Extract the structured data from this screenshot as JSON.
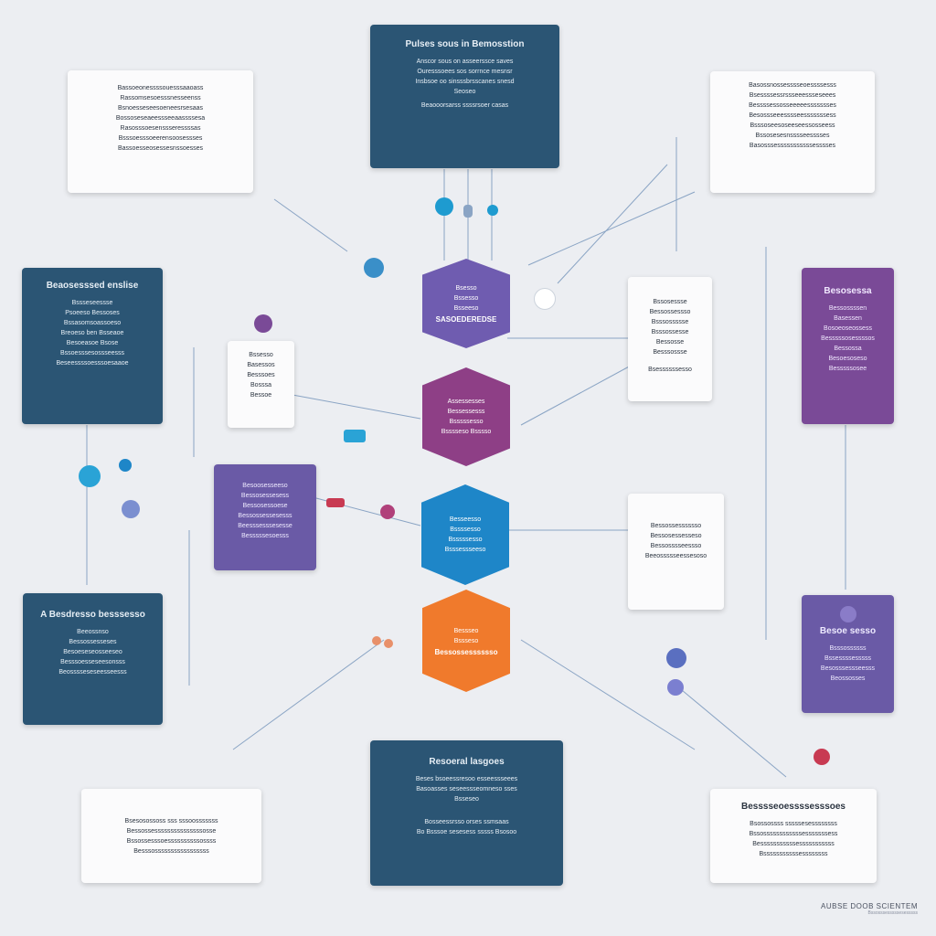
{
  "colors": {
    "dark_box": "#2b5574",
    "purple_box": "#6a5aa6",
    "magenta_box": "#7a4a97",
    "white_box": "#fbfbfc",
    "hex_purple": "#6f5cb0",
    "hex_magenta": "#8e3f86",
    "hex_blue": "#1e86c8",
    "hex_orange": "#f07a2c",
    "connector": "#8aa4c4",
    "background": "#eceef2"
  },
  "top_box": {
    "title": "Pulses sous in Bemosstion",
    "lines": [
      "Anscor sous on asseerssce saves",
      "Ouresssoees sos sorrnce mesnsr",
      "Insbsoe oo sinsssbrsscanes snesd",
      "Seoseo",
      "Beaooorsarss ssssrsoer casas"
    ]
  },
  "bottom_box": {
    "title": "Resoeral lasgoes",
    "lines": [
      "Beses bsoeessresoo esseessseees",
      "Basoasses seseessseomneso sses",
      "Bsseseo",
      "Bosseessrsso orses ssmsaas",
      "Bo Bsssoe sesesess sssss Bsosoo"
    ]
  },
  "left_top_box": {
    "lines": [
      "Bassoeonessssouesssaaoass",
      "Rassomsesoesssnesseenss",
      "Bsnoesseseesoeneesrsesaas",
      "Bossoseseaeessseeaassssesa",
      "Rasosssoesenssseressssas",
      "Bsssoesssoeerensoosessses",
      "Bassoesseosessesnssoesses"
    ]
  },
  "right_top_box": {
    "lines": [
      "Basossnossesssseoessssesss",
      "Bsessssessrssseeessseseees",
      "Bessssessosseeeeessssssses",
      "Besossseeesssseesssssssess",
      "Bsssoseesoseeseessosseess",
      "Bssosesesnsssseesssses",
      "Basosssesssssssssssesssses"
    ]
  },
  "left_mid_box": {
    "title": "Beaosesssed enslise",
    "lines": [
      "Bssseseessse",
      "Psoeeso Bessoses",
      "Bssasomsoassoeso",
      "Breoeso ben Bsseaoe",
      "Besoeasoe Bsose",
      "Bssoesssesossseesss",
      "Beseessssoesssoesaaoe"
    ]
  },
  "left_bottom_box": {
    "title": "A Besdresso besssesso",
    "lines": [
      "Beeossnso",
      "Bessossesseses",
      "Besoeseseosseeseo",
      "Besssoesseseesonsss",
      "Beosssseseseesseesss"
    ]
  },
  "right_mid_box": {
    "title": "Besosessa",
    "lines": [
      "Bessossssen",
      "Basessen",
      "Bosoeoseossess",
      "Besssssosessssos",
      "Bessossa",
      "Besoesoseso",
      "Besssssosee"
    ]
  },
  "right_bottom_box": {
    "title": "Besoe sesso",
    "lines": [
      "Bsssossssss",
      "Bssessssesssss",
      "Besosssessseesss",
      "Beossosses"
    ]
  },
  "small_white_box": {
    "lines": [
      "Bssesso",
      "Basessos",
      "Besssoes",
      "Bosssa",
      "Bessoe"
    ]
  },
  "center_purple_box": {
    "lines": [
      "Besoosesseeso",
      "Bessosessesess",
      "Bessosessoese",
      "Bessossessesesss",
      "Beesssesssesesse",
      "Besssssesoesss"
    ]
  },
  "center_right_box_1": {
    "lines": [
      "Bssosessse",
      "Bessossessso",
      "Bsssossssse",
      "Bsssossesse",
      "Bessosse",
      "Besssossse",
      "Bsessssssesso"
    ]
  },
  "center_right_box_2": {
    "lines": [
      "Bessossesssssso",
      "Bessosessesseso",
      "Bessosssseessso",
      "Beeossssseessesoso"
    ]
  },
  "bottom_left_box": {
    "lines": [
      "Bsesosossoss sss sssoosssssss",
      "Bessossesssssssssssssssosse",
      "Bssossesssoessssssssssossss",
      "Besssosssssssssssssssss"
    ]
  },
  "bottom_right_box": {
    "title": "Besssseoessssesssoes",
    "lines": [
      "Bsossossss sssssesessssssss",
      "Bssossssssssssssesssssssess",
      "Besssssssssssesssssssssss",
      "Bsssssssssssessssssss"
    ]
  },
  "hexagons": [
    {
      "lines": [
        "Bsesso",
        "Bssesso",
        "Bsseeso"
      ],
      "title": "SASOEDEREDSE"
    },
    {
      "lines": [
        "Assessesses",
        "Bessessesss",
        "Bsssssesso",
        "Bsssseso Bsssso"
      ],
      "title": ""
    },
    {
      "lines": [
        "Besseesso",
        "Bssssesso",
        "Bsssssesso",
        "Bsssessseeso"
      ],
      "title": ""
    },
    {
      "lines": [
        "Bessseo",
        "Bssseso"
      ],
      "title": "Bessossesssssso"
    }
  ],
  "credit": {
    "main": "AUBSE DOOB SCIENTEM",
    "sub": "Bssosssesssssesesssss"
  }
}
